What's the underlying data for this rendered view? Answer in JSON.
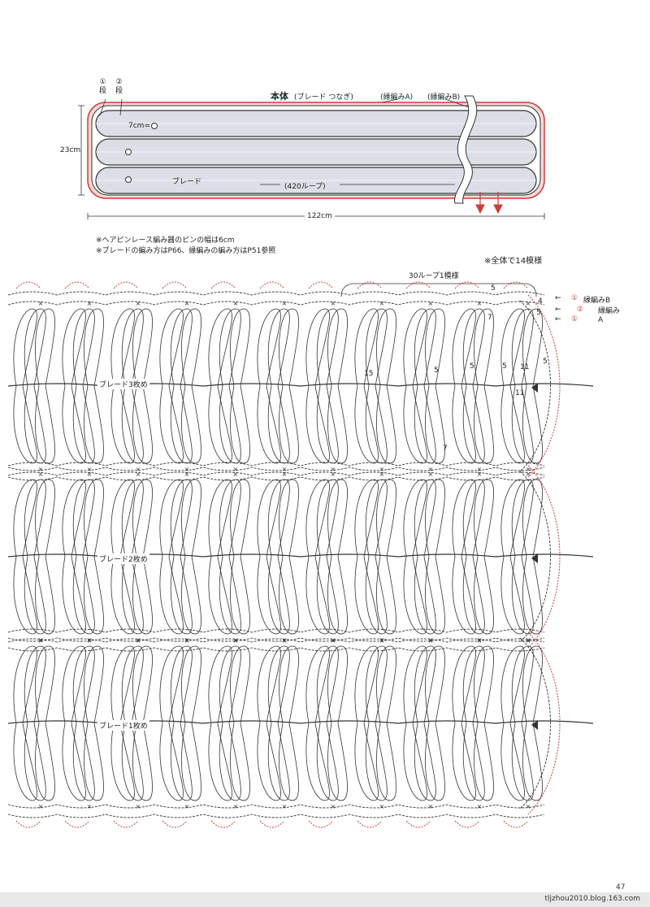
{
  "schematic": {
    "row1_label": "①\n段",
    "row2_label": "②\n段",
    "title": "本体",
    "title_note": "(ブレード つなぎ)",
    "edge_a_label": "(縁編みA)",
    "edge_b_label": "(縁編みB)",
    "height_label": "23cm",
    "pin_label": "7cm=",
    "braid_label": "ブレード",
    "loops_label": "(420ループ)",
    "width_label": "122cm"
  },
  "notes": [
    "※ヘアピンレース編み器のピンの幅は6cm",
    "※ブレードの編み方はP66、縁編みの編み方はP51参照"
  ],
  "pattern": {
    "total_note": "※全体で14模様",
    "repeat_label": "30ループ1模様",
    "edge_b": "縁編みB",
    "edge_a": "縁編み\nA",
    "circled_1": "①",
    "circled_2": "②",
    "braid3": "ブレード3枚め",
    "braid2": "ブレード2枚め",
    "braid1": "ブレード1枚め",
    "num_15": "15",
    "num_5": "5",
    "num_7": "7",
    "num_4": "4",
    "num_11": "11"
  },
  "page_number": "47",
  "source": "tljzhou2010.blog.163.com",
  "colors": {
    "accent_red": "#c8403a",
    "braid_fill": "#dcdfe6",
    "line": "#333333"
  }
}
